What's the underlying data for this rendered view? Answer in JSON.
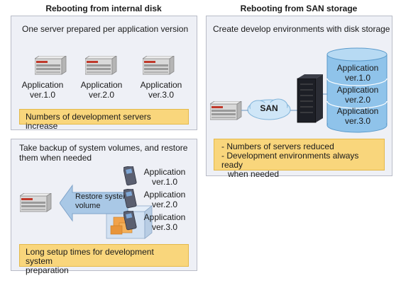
{
  "left_column": {
    "title": "Rebooting from internal disk",
    "top_panel": {
      "description": "One server prepared per application version",
      "servers": [
        {
          "line1": "Application",
          "line2": "ver.1.0"
        },
        {
          "line1": "Application",
          "line2": "ver.2.0"
        },
        {
          "line1": "Application",
          "line2": "ver.3.0"
        }
      ],
      "note": "Numbers of development servers increase"
    },
    "bottom_panel": {
      "description_line1": "Take backup of system volumes, and restore",
      "description_line2": "them when needed",
      "arrow_label_line1": "Restore system",
      "arrow_label_line2": "volume",
      "volumes": [
        {
          "line1": "Application",
          "line2": "ver.1.0"
        },
        {
          "line1": "Application",
          "line2": "ver.2.0"
        },
        {
          "line1": "Application",
          "line2": "ver.3.0"
        }
      ],
      "note_line1": "Long setup times for development system",
      "note_line2": "preparation"
    }
  },
  "right_column": {
    "title": "Rebooting from SAN storage",
    "description": "Create develop environments with disk storage",
    "san_label": "SAN",
    "storage": [
      {
        "line1": "Application",
        "line2": "ver.1.0"
      },
      {
        "line1": "Application",
        "line2": "ver.2.0"
      },
      {
        "line1": "Application",
        "line2": "ver.3.0"
      }
    ],
    "notes": [
      "Numbers of servers reduced",
      "Development environments always ready",
      "when needed"
    ]
  },
  "colors": {
    "panel_bg": "#eef0f6",
    "note_bg": "#f9d67c",
    "cylinder": "#8fc3ea",
    "arrow": "#a9c8e6",
    "server_accent": "#c0392b"
  }
}
